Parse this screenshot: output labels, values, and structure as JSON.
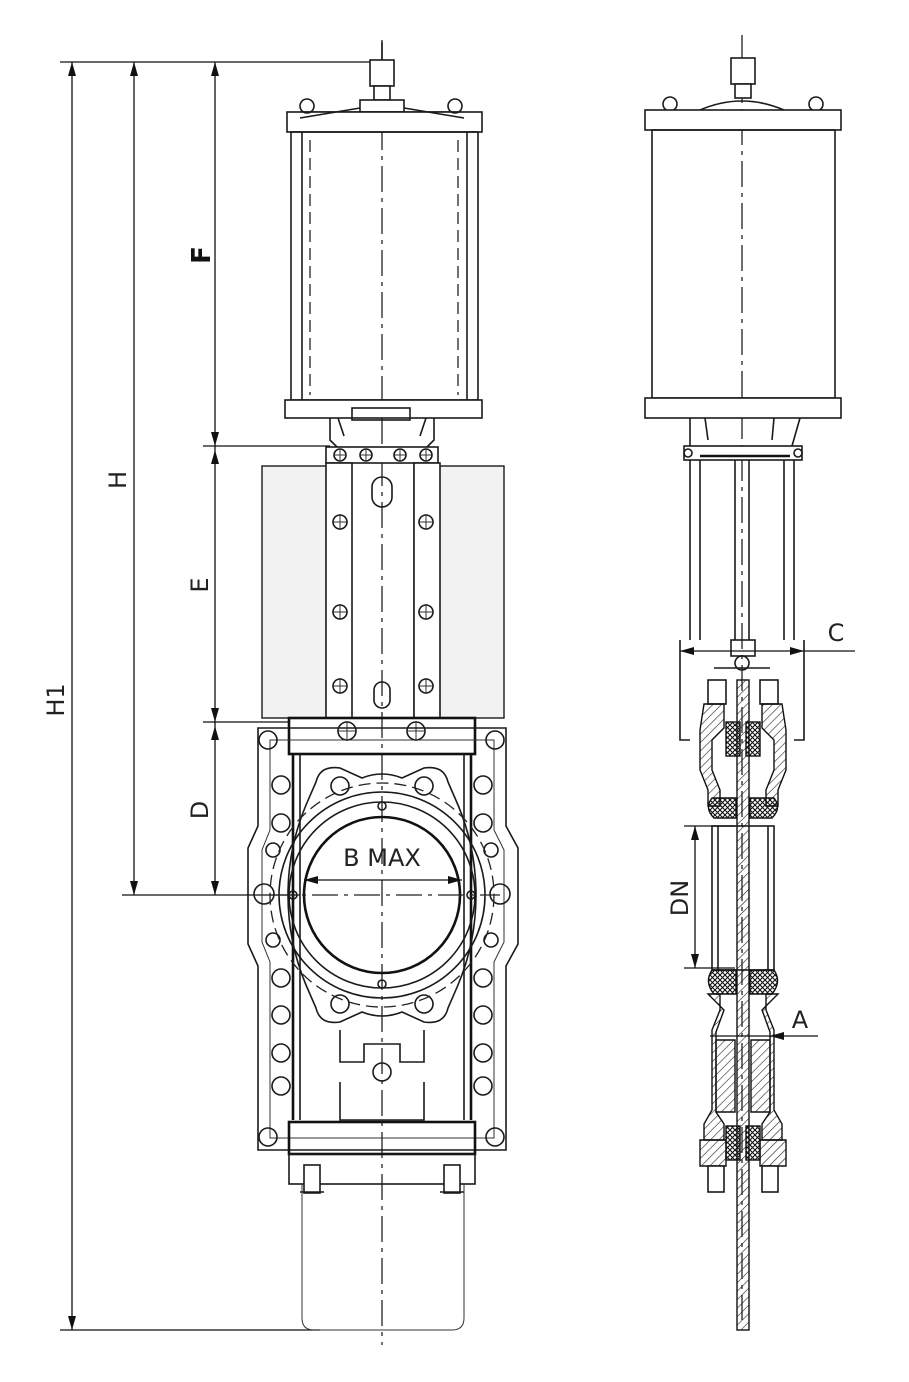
{
  "labels": {
    "h1": "H1",
    "h": "H",
    "f": "F",
    "e": "E",
    "d": "D",
    "b_max": "B MAX",
    "c": "C",
    "dn": "DN",
    "a": "A"
  }
}
